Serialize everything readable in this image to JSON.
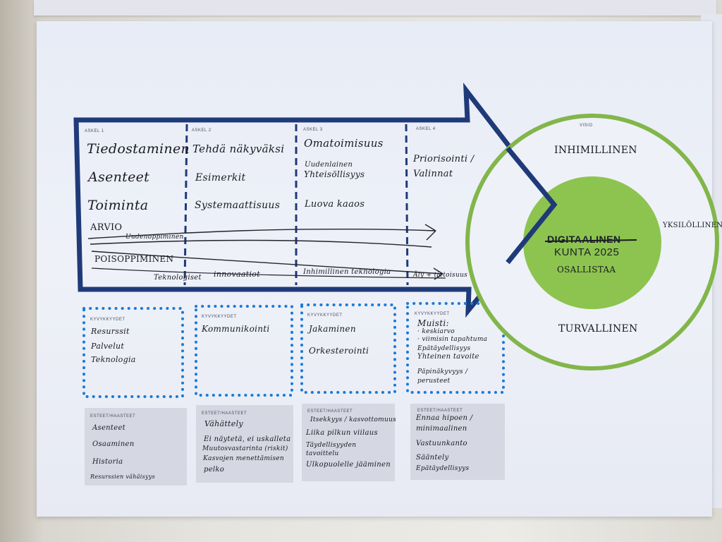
{
  "steps": [
    {
      "label": "ASKEL 1",
      "lines": [
        "Tiedostaminen",
        "Asenteet",
        "Toiminta"
      ]
    },
    {
      "label": "ASKEL 2",
      "lines": [
        "Tehdä näkyväksi",
        "Esimerkit",
        "Systemaattisuus"
      ]
    },
    {
      "label": "ASKEL 3",
      "lines": [
        "Omatoimisuus",
        "Uudenlainen",
        "Yhteisöllisyys",
        "Luova kaaos"
      ]
    },
    {
      "label": "ASKEL 4",
      "lines": [
        "Priorisointi /",
        "Valinnat"
      ]
    }
  ],
  "arrow_notes": {
    "arvio": "ARVIO",
    "oppiminen": "Uudenoppiminen",
    "poisoppiminen": "POISOPPIMINEN",
    "teknologiset": "Teknologiset",
    "innovaatiot": "innovaatiot",
    "inhimillinen_teknologia": "Inhimillinen teknologia",
    "aly": "Äly + tietoisuus"
  },
  "capabilities": [
    {
      "label": "KYVYKKYYDET",
      "lines": [
        "Resurssit",
        "Palvelut",
        "Teknologia"
      ]
    },
    {
      "label": "KYVYKKYYDET",
      "lines": [
        "Kommunikointi"
      ]
    },
    {
      "label": "KYVYKKYYDET",
      "lines": [
        "Jakaminen",
        "Orkesterointi"
      ]
    },
    {
      "label": "KYVYKKYYDET",
      "lines": [
        "Muisti:",
        "· keskiarvo",
        "· viimisin tapahtuma",
        "Epätäydellisyys",
        "Yhteinen tavoite",
        "Päpinäkyvyys /",
        "perusteet"
      ]
    }
  ],
  "obstacles": [
    {
      "label": "ESTEET/HAASTEET",
      "lines": [
        "Asenteet",
        "Osaaminen",
        "Historia",
        "Resurssien vähäisyys"
      ]
    },
    {
      "label": "ESTEET/HAASTEET",
      "lines": [
        "Vähättely",
        "Ei näytetä, ei uskalleta",
        "Muutosvastarinta (riskit)",
        "Kasvojen menettämisen",
        "pelko"
      ]
    },
    {
      "label": "ESTEET/HAASTEET",
      "lines": [
        "Itsekkyys / kasvottomuus",
        "Liika pilkun viilaus",
        "Täydellisyyden",
        "tavoittelu",
        "Ulkopuolelle jääminen"
      ]
    },
    {
      "label": "ESTEET/HAASTEET",
      "lines": [
        "Ennaa hipoen /",
        "minimaalinen",
        "Vastuunkanto",
        "Sääntely",
        "Epätäydellisyys"
      ]
    }
  ],
  "vision": {
    "label": "VISIO",
    "top": "INHIMILLINEN",
    "right": "YKSILÖLLINEN",
    "bottom": "TURVALLINEN",
    "center_struck": "DIGITAALINEN",
    "center_title": "KUNTA 2025",
    "center_sub": "OSALLISTAA"
  },
  "colors": {
    "arrow_stroke": "#1f3a78",
    "dotted": "#1b7ad6",
    "vision_ring": "#82b64a",
    "vision_fill": "#8dc44f",
    "obstacle_fill": "#d5d8e2"
  }
}
